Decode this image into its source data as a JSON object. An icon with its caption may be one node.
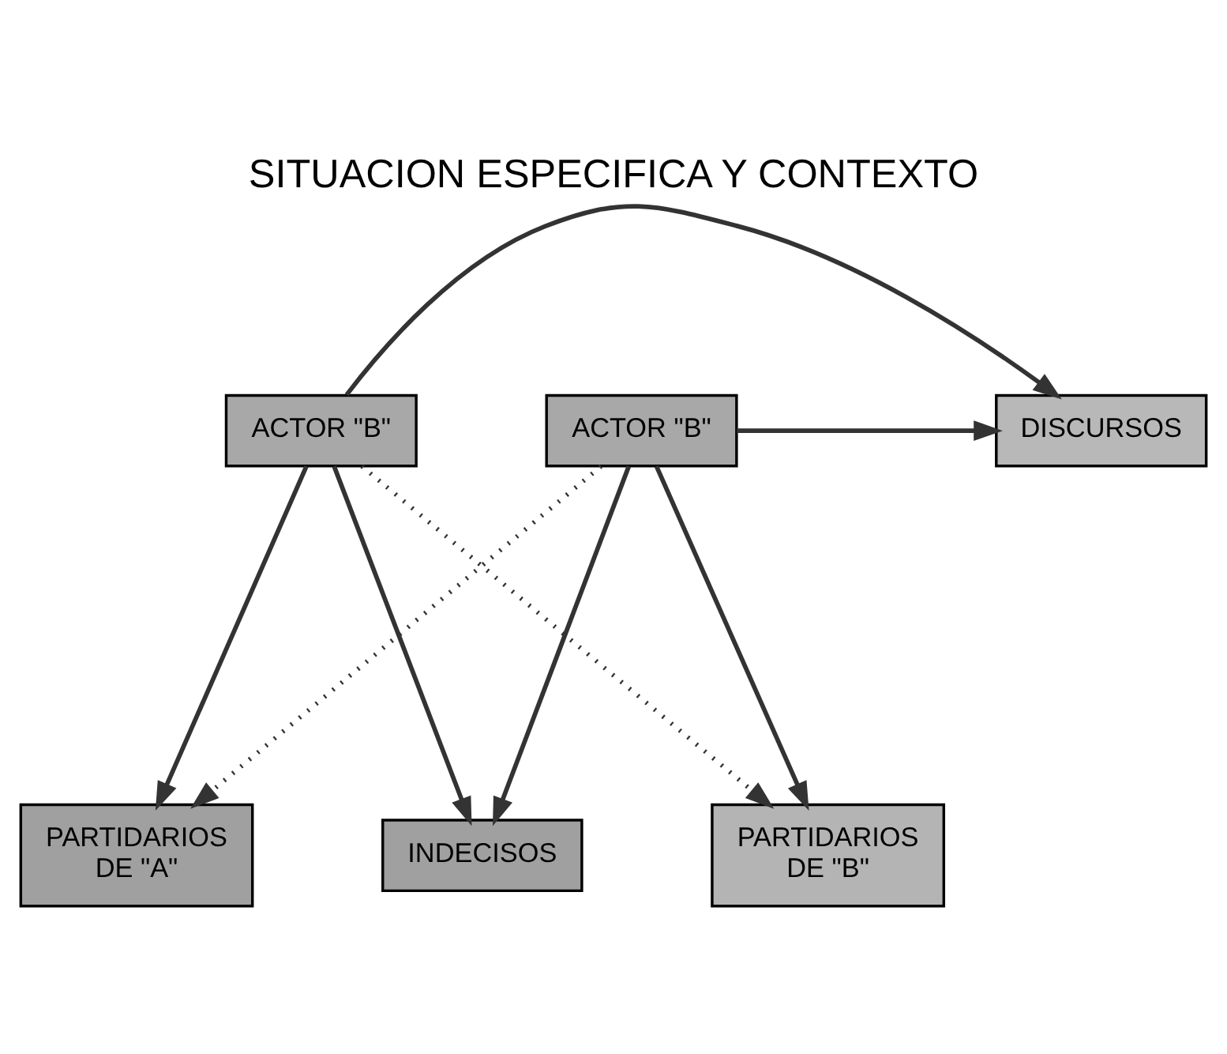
{
  "diagram": {
    "title": "SITUACION ESPECIFICA Y CONTEXTO",
    "nodes": [
      {
        "text": [
          "ACTOR \"B\""
        ]
      },
      {
        "text": [
          "DISCURSOS"
        ]
      },
      {
        "text": [
          "ACTOR \"B\""
        ]
      },
      {
        "text": [
          "PARTIDARIOS DE \"A\""
        ]
      },
      {
        "text": [
          "INDECISOS"
        ]
      },
      {
        "text": [
          "PARTIDARIOS DE \"B\""
        ]
      }
    ],
    "edges": [
      {
        "from": 0,
        "to": 1,
        "arrow": "to"
      },
      {
        "from": 2,
        "to": 1,
        "arrow": "to"
      },
      {
        "from": 0,
        "to": 3,
        "arrow": "to",
        "style": "dashed"
      },
      {
        "from": 0,
        "to": 4,
        "arrow": "to"
      },
      {
        "from": 0,
        "to": 5,
        "arrow": "to"
      },
      {
        "from": 2,
        "to": 3,
        "arrow": "to"
      },
      {
        "from": 2,
        "to": 4,
        "arrow": "to"
      },
      {
        "from": 2,
        "to": 5,
        "arrow": "to",
        "style": "dashed"
      }
    ]
  }
}
